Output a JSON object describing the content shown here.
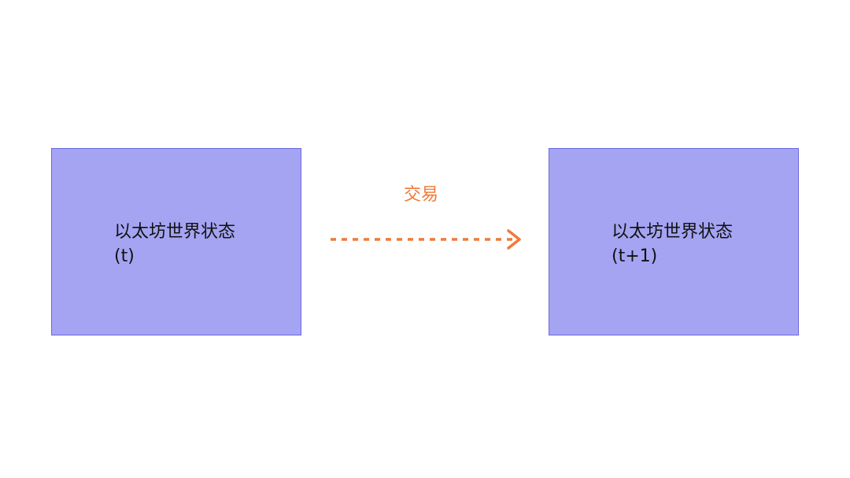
{
  "diagram": {
    "state_t": {
      "title": "以太坊世界状态",
      "time": "(t)"
    },
    "state_t1": {
      "title": "以太坊世界状态",
      "time": "(t+1)"
    },
    "transition": {
      "label": "交易"
    }
  },
  "colors": {
    "box_fill": "#a4a4f2",
    "box_border": "#6a6ae0",
    "arrow": "#f07a38"
  }
}
